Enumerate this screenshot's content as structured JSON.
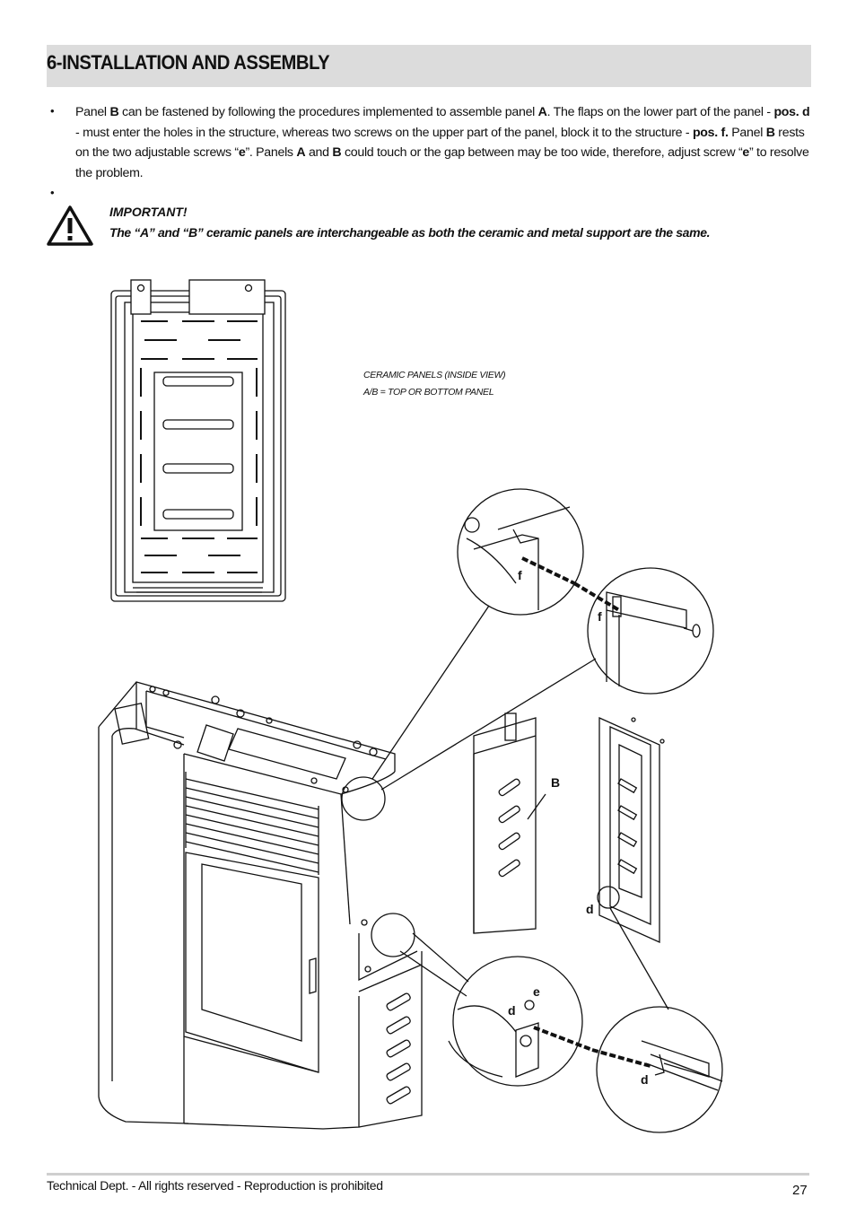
{
  "header": {
    "title": "6-INSTALLATION AND ASSEMBLY"
  },
  "body": {
    "bullet_1": "•",
    "bullet_2": "•",
    "p1_a": "Panel ",
    "p1_b": "B",
    "p1_c": " can be fastened by following the procedures implemented to assemble panel ",
    "p1_d": "A",
    "p1_e": ". The flaps on the lower part of the panel - ",
    "p1_f": "pos. d",
    "p1_g": " - must enter the holes in the structure, whereas two screws on the upper part of the panel, block it to the structure - ",
    "p1_h": "pos. f.",
    "p1_i": " Panel ",
    "p1_j": "B",
    "p1_k": " rests on the two adjustable screws “",
    "p1_l": "e",
    "p1_m": "”. Panels ",
    "p1_n": "A",
    "p1_o": " and ",
    "p1_p": "B",
    "p1_q": " could touch or the gap between may be too wide, therefore, adjust screw “",
    "p1_r": "e",
    "p1_s": "” to resolve the problem."
  },
  "warning": {
    "title": "IMPORTANT!",
    "text": "The “A” and “B” ceramic panels are interchangeable as both the ceramic and metal support are the same."
  },
  "figure": {
    "caption_line1": "CERAMIC PANELS (INSIDE VIEW)",
    "caption_line2": "A/B = TOP OR BOTTOM PANEL",
    "labels": {
      "f1": "f",
      "f2": "f",
      "b": "B",
      "d1": "d",
      "e": "e",
      "d2": "d",
      "d3": "d"
    }
  },
  "footer": {
    "text": "Technical Dept. - All rights reserved - Reproduction is prohibited",
    "page_number": "27"
  }
}
